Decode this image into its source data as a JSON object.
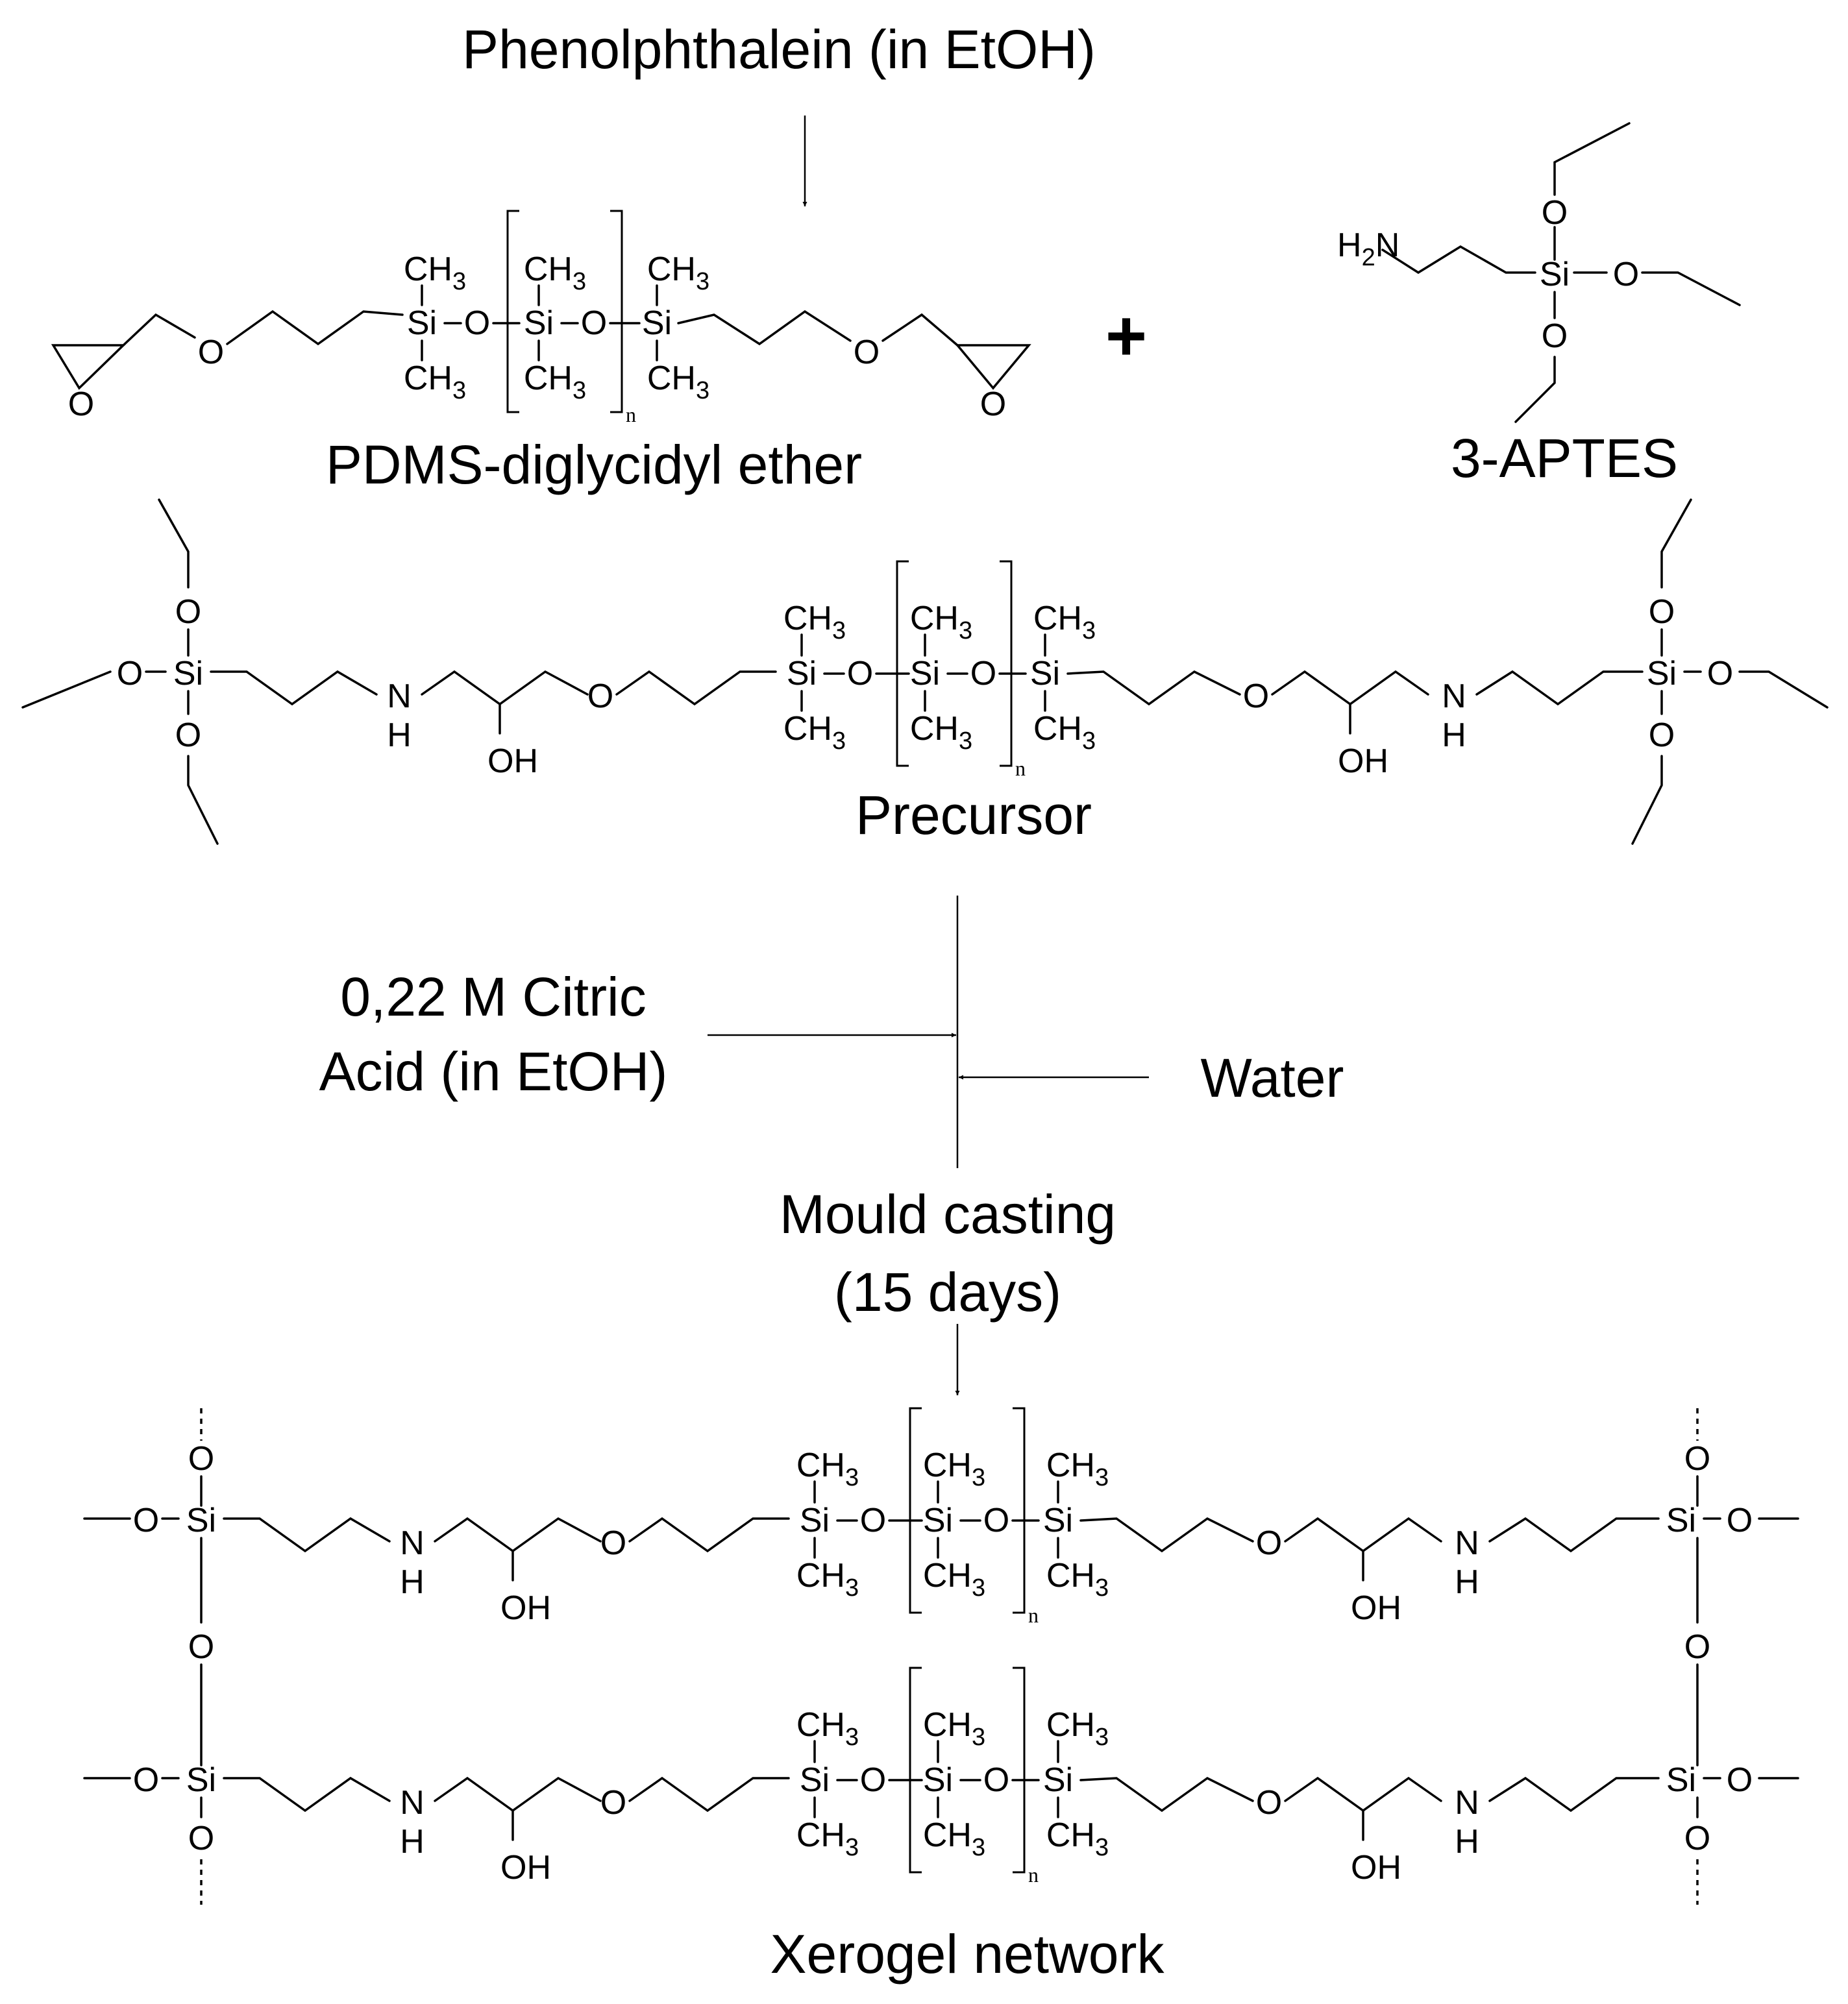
{
  "labels": {
    "phenolphthalein": "Phenolphthalein (in EtOH)",
    "pdms": "PDMS-diglycidyl ether",
    "plus": "+",
    "aptes": "3-APTES",
    "precursor": "Precursor",
    "citric_line1": "0,22 M Citric",
    "citric_line2": "Acid (in EtOH)",
    "water": "Water",
    "mould_line1": "Mould casting",
    "mould_line2": "(15 days)",
    "xerogel": "Xerogel network"
  },
  "atoms": {
    "O": "O",
    "Si": "Si",
    "N": "N",
    "H": "H",
    "OH": "OH",
    "CH3_main": "CH",
    "CH3_sub": "3",
    "H2N_main": "H",
    "H2N_sub": "2",
    "H2N_tail": "N",
    "repeat": "n"
  }
}
